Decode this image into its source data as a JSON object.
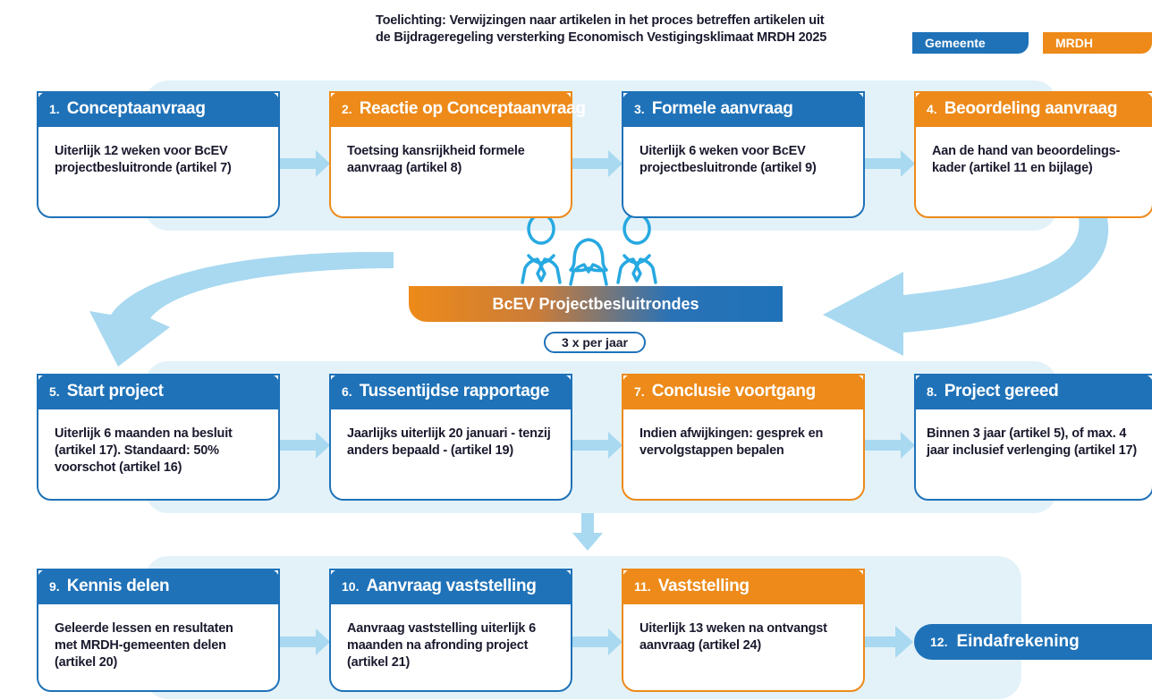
{
  "legend": {
    "note_line1": "Toelichting: Verwijzingen naar artikelen in het proces betreffen artikelen uit",
    "note_line2": "de Bijdrageregeling versterking Economisch Vestigingsklimaat MRDH 2025",
    "gemeente_label": "Gemeente",
    "mrdh_label": "MRDH"
  },
  "colors": {
    "gemeente": "#1f72b8",
    "mrdh": "#ed8a19",
    "band": "#e3f2f9",
    "arrow": "#a8d9f0"
  },
  "steps": [
    {
      "num": "1.",
      "title": "Conceptaanvraag",
      "owner": "gemeente",
      "text": "Uiterlijk 12 weken voor BcEV projectbesluitronde (artikel 7)"
    },
    {
      "num": "2.",
      "title": "Reactie op Conceptaanvraag",
      "owner": "mrdh",
      "text": "Toetsing kansrijkheid formele aanvraag (artikel 8)"
    },
    {
      "num": "3.",
      "title": "Formele aanvraag",
      "owner": "gemeente",
      "text": "Uiterlijk 6 weken voor BcEV projectbesluitronde (artikel 9)"
    },
    {
      "num": "4.",
      "title": "Beoordeling aanvraag",
      "owner": "mrdh",
      "text": "Aan de hand van beoordelings-kader (artikel 11 en bijlage)"
    },
    {
      "num": "5.",
      "title": "Start project",
      "owner": "gemeente",
      "text": "Uiterlijk 6 maanden na besluit (artikel 17). Standaard: 50% voorschot (artikel 16)"
    },
    {
      "num": "6.",
      "title": "Tussentijdse rapportage",
      "owner": "gemeente",
      "text": "Jaarlijks uiterlijk 20 januari - tenzij anders bepaald - (artikel 19)"
    },
    {
      "num": "7.",
      "title": "Conclusie voortgang",
      "owner": "mrdh",
      "text": "Indien afwijkingen: gesprek en vervolgstappen bepalen"
    },
    {
      "num": "8.",
      "title": "Project gereed",
      "owner": "gemeente",
      "text": "Binnen 3 jaar (artikel 5), of max. 4 jaar inclusief verlenging (artikel 17)"
    },
    {
      "num": "9.",
      "title": "Kennis delen",
      "owner": "gemeente",
      "text": "Geleerde lessen en resultaten met MRDH-gemeenten delen (artikel 20)"
    },
    {
      "num": "10.",
      "title": "Aanvraag vaststelling",
      "owner": "gemeente",
      "text": "Aanvraag vaststelling uiterlijk 6 maanden na afronding project (artikel 21)"
    },
    {
      "num": "11.",
      "title": "Vaststelling",
      "owner": "mrdh",
      "text": "Uiterlijk 13 weken na ontvangst aanvraag (artikel 24)"
    }
  ],
  "final_step": {
    "num": "12.",
    "title": "Eindafrekening"
  },
  "committee": {
    "label": "BcEV Projectbesluitrondes",
    "frequency": "3 x per jaar",
    "icon": "people-group-icon"
  }
}
